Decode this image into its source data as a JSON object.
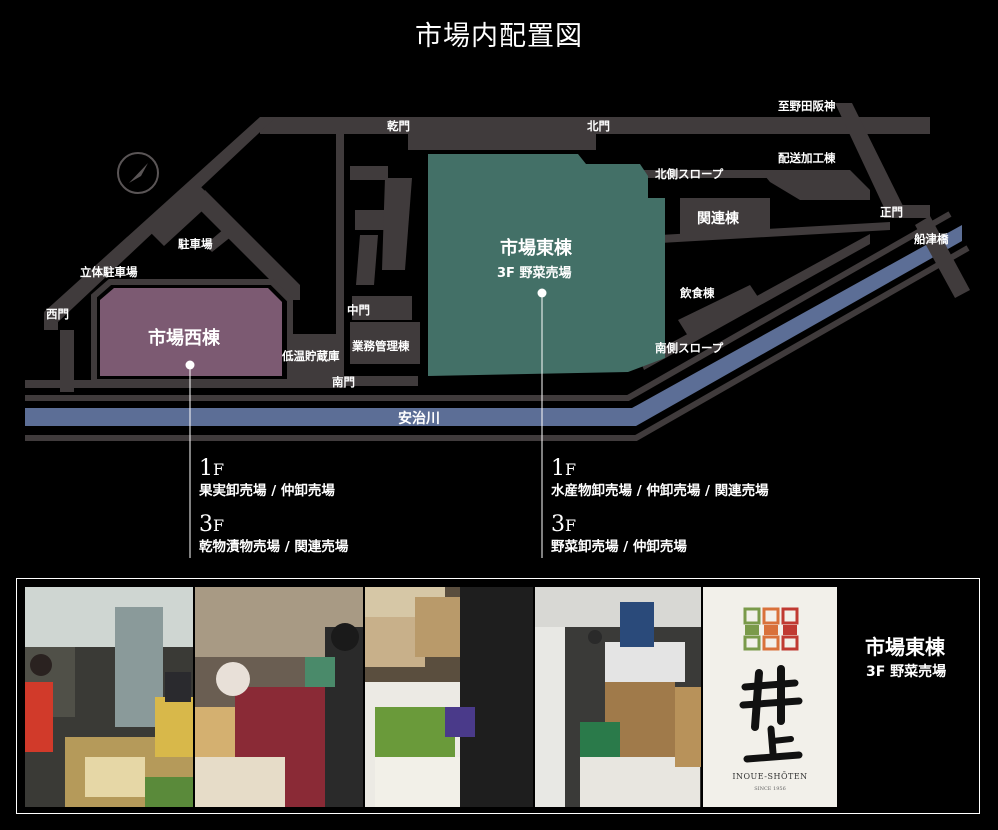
{
  "title": "市場内配置図",
  "map_labels": {
    "north_gate": "北門",
    "inui_gate": "乾門",
    "to_noda_hanshin": "至野田阪神",
    "delivery_processing": "配送加工棟",
    "north_slope": "北側スロープ",
    "related_building": "関連棟",
    "main_gate": "正門",
    "funatsu_bridge": "船津橋",
    "parking": "駐車場",
    "multilevel_parking": "立体駐車場",
    "west_gate": "西門",
    "middle_gate": "中門",
    "business_mgmt": "業務管理棟",
    "cold_storage": "低温貯蔵庫",
    "south_gate": "南門",
    "food_building": "飲食棟",
    "south_slope": "南側スロープ",
    "river": "安治川",
    "west_building": "市場西棟",
    "east_building": "市場東棟",
    "east_building_sub": "3F 野菜売場"
  },
  "floors": {
    "west": {
      "f1_num": "1",
      "f1_unit": "F",
      "f1_desc": "果実卸売場 / 仲卸売場",
      "f3_num": "3",
      "f3_unit": "F",
      "f3_desc": "乾物漬物売場 / 関連売場"
    },
    "east": {
      "f1_num": "1",
      "f1_unit": "F",
      "f1_desc": "水産物卸売場 / 仲卸売場 / 関連売場",
      "f3_num": "3",
      "f3_unit": "F",
      "f3_desc": "野菜卸売場 / 仲卸売場"
    }
  },
  "photo_panel": {
    "caption_title": "市場東棟",
    "caption_sub": "3F 野菜売場",
    "logo": {
      "name": "井上",
      "romanized": "INOUE-SHŌTEN",
      "since": "SINCE 1956"
    }
  },
  "colors": {
    "road": "#403b3c",
    "west_building": "#7c5a72",
    "east_building": "#437067",
    "river": "#5c6e96",
    "background": "#000000",
    "logo_green": "#7a9a4a",
    "logo_orange": "#d9713a",
    "logo_red": "#c03a32"
  },
  "icons": [
    "compass-icon"
  ]
}
